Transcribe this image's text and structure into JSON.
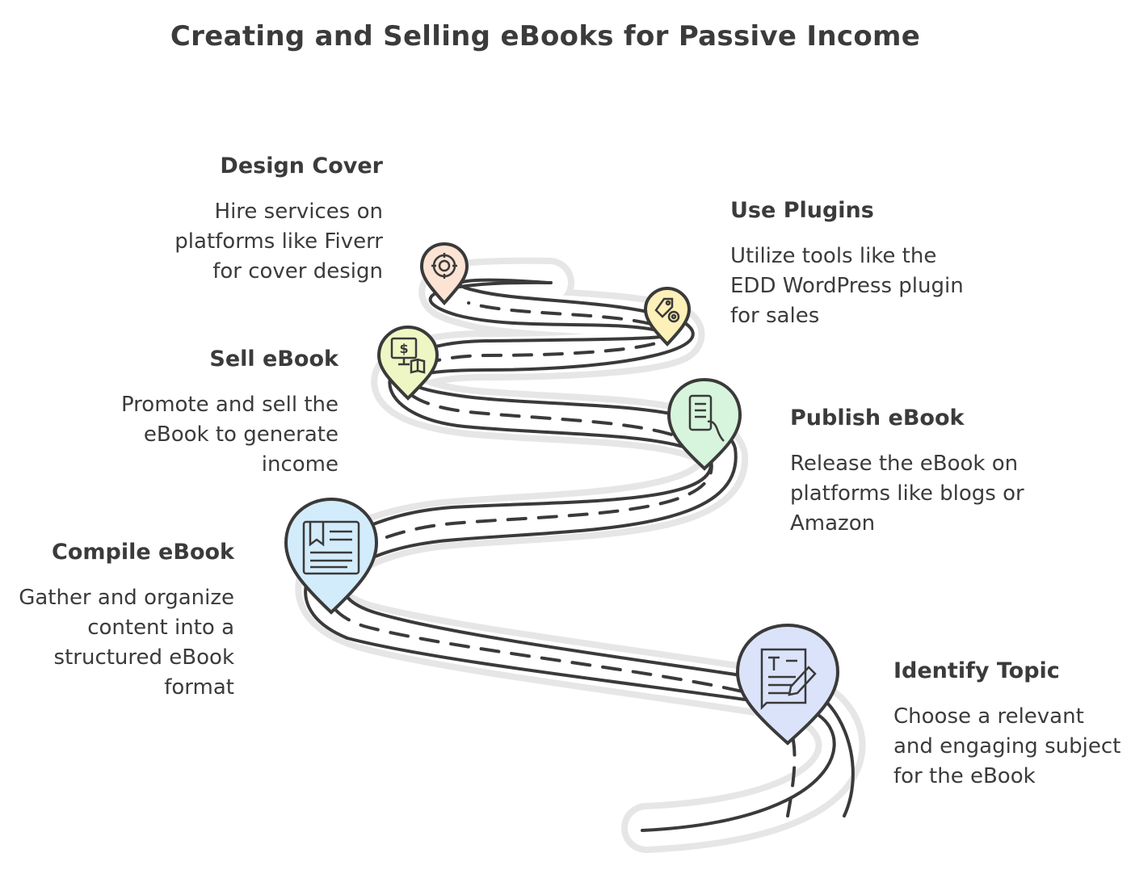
{
  "title": "Creating and Selling eBooks for Passive Income",
  "steps": [
    {
      "id": "design",
      "heading": "Design Cover",
      "text": "Hire services on platforms like Fiverr for cover design",
      "icon": "target-icon",
      "color": "#fde3d3"
    },
    {
      "id": "plugins",
      "heading": "Use Plugins",
      "text": "Utilize tools like the EDD WordPress plugin for sales",
      "icon": "price-tag-gear-icon",
      "color": "#fdf0b8"
    },
    {
      "id": "sell",
      "heading": "Sell eBook",
      "text": "Promote and sell the eBook to generate income",
      "icon": "monitor-dollar-book-icon",
      "color": "#eef7c4"
    },
    {
      "id": "publish",
      "heading": "Publish eBook",
      "text": "Release the eBook on platforms like blogs or Amazon",
      "icon": "tablet-hand-icon",
      "color": "#d6f5dc"
    },
    {
      "id": "compile",
      "heading": "Compile eBook",
      "text": "Gather and organize content into a structured eBook format",
      "icon": "bookmarked-book-icon",
      "color": "#d3ecfb"
    },
    {
      "id": "identify",
      "heading": "Identify Topic",
      "text": "Choose a relevant and engaging subject for the eBook",
      "icon": "document-pen-icon",
      "color": "#dbe3fb"
    }
  ]
}
